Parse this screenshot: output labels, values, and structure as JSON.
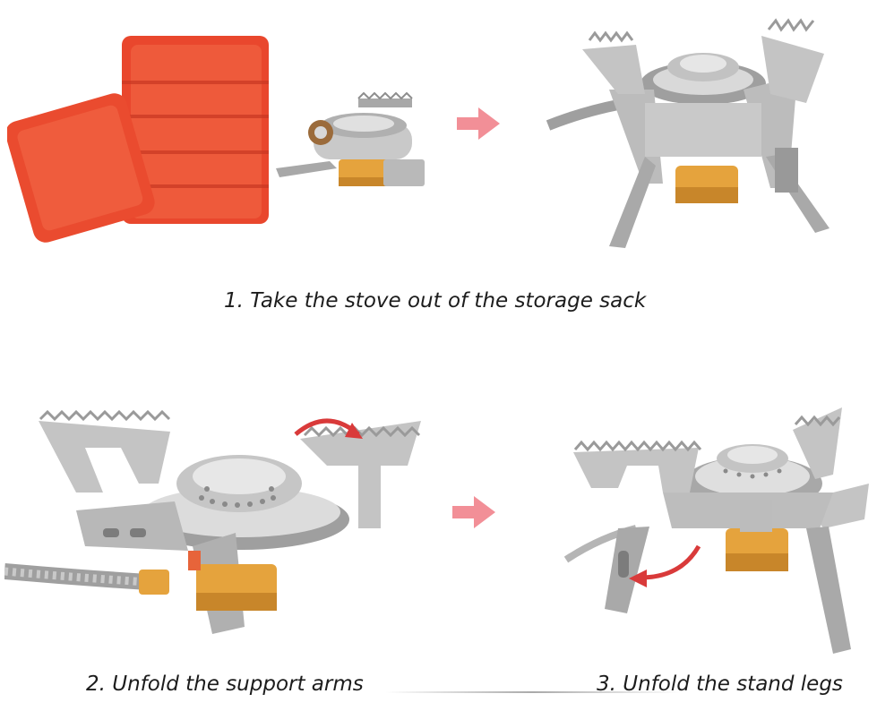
{
  "steps": [
    {
      "caption": "1. Take the stove out of the storage sack"
    },
    {
      "caption": "2. Unfold the support arms"
    },
    {
      "caption": "3. Unfold the stand legs"
    }
  ],
  "icons": {
    "step_arrow": "right-arrow-icon",
    "rotate_arrow": "curved-arrow-icon"
  },
  "colors": {
    "background": "#ffffff",
    "storage_case": "#e9472d",
    "arrow": "#f28f97",
    "steel": "#b9b9b9",
    "brass": "#e5a33d",
    "rotation_arrow": "#d93a3a"
  }
}
